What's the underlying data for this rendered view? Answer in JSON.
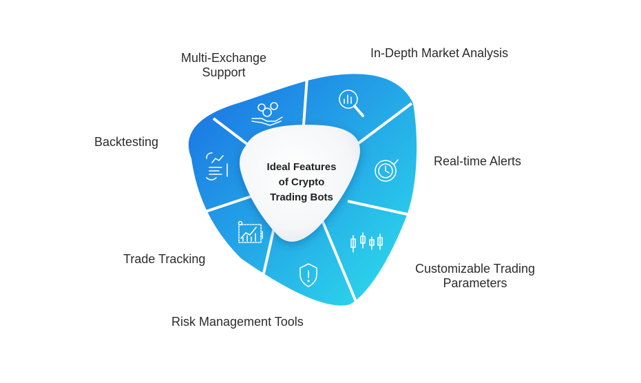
{
  "center": {
    "line1": "Ideal Features",
    "line2": "of Crypto",
    "line3": "Trading Bots"
  },
  "features": [
    {
      "label": "In-Depth Market Analysis",
      "icon": "magnifier-chart-icon"
    },
    {
      "label": "Real-time Alerts",
      "icon": "clock-alert-icon"
    },
    {
      "label_line1": "Customizable Trading",
      "label_line2": "Parameters",
      "icon": "candlestick-icon"
    },
    {
      "label": "Risk Management Tools",
      "icon": "shield-warning-icon"
    },
    {
      "label": "Trade Tracking",
      "icon": "chart-tracking-icon"
    },
    {
      "label": "Backtesting",
      "icon": "backtest-chart-icon"
    },
    {
      "label_line1": "Multi-Exchange",
      "label_line2": "Support",
      "icon": "hand-coins-icon"
    }
  ],
  "colors": {
    "gradient_start": "#1a6ee3",
    "gradient_end": "#2ee0ec",
    "divider": "#ffffff",
    "center_fill": "#ffffff",
    "text": "#2b2b2b"
  }
}
